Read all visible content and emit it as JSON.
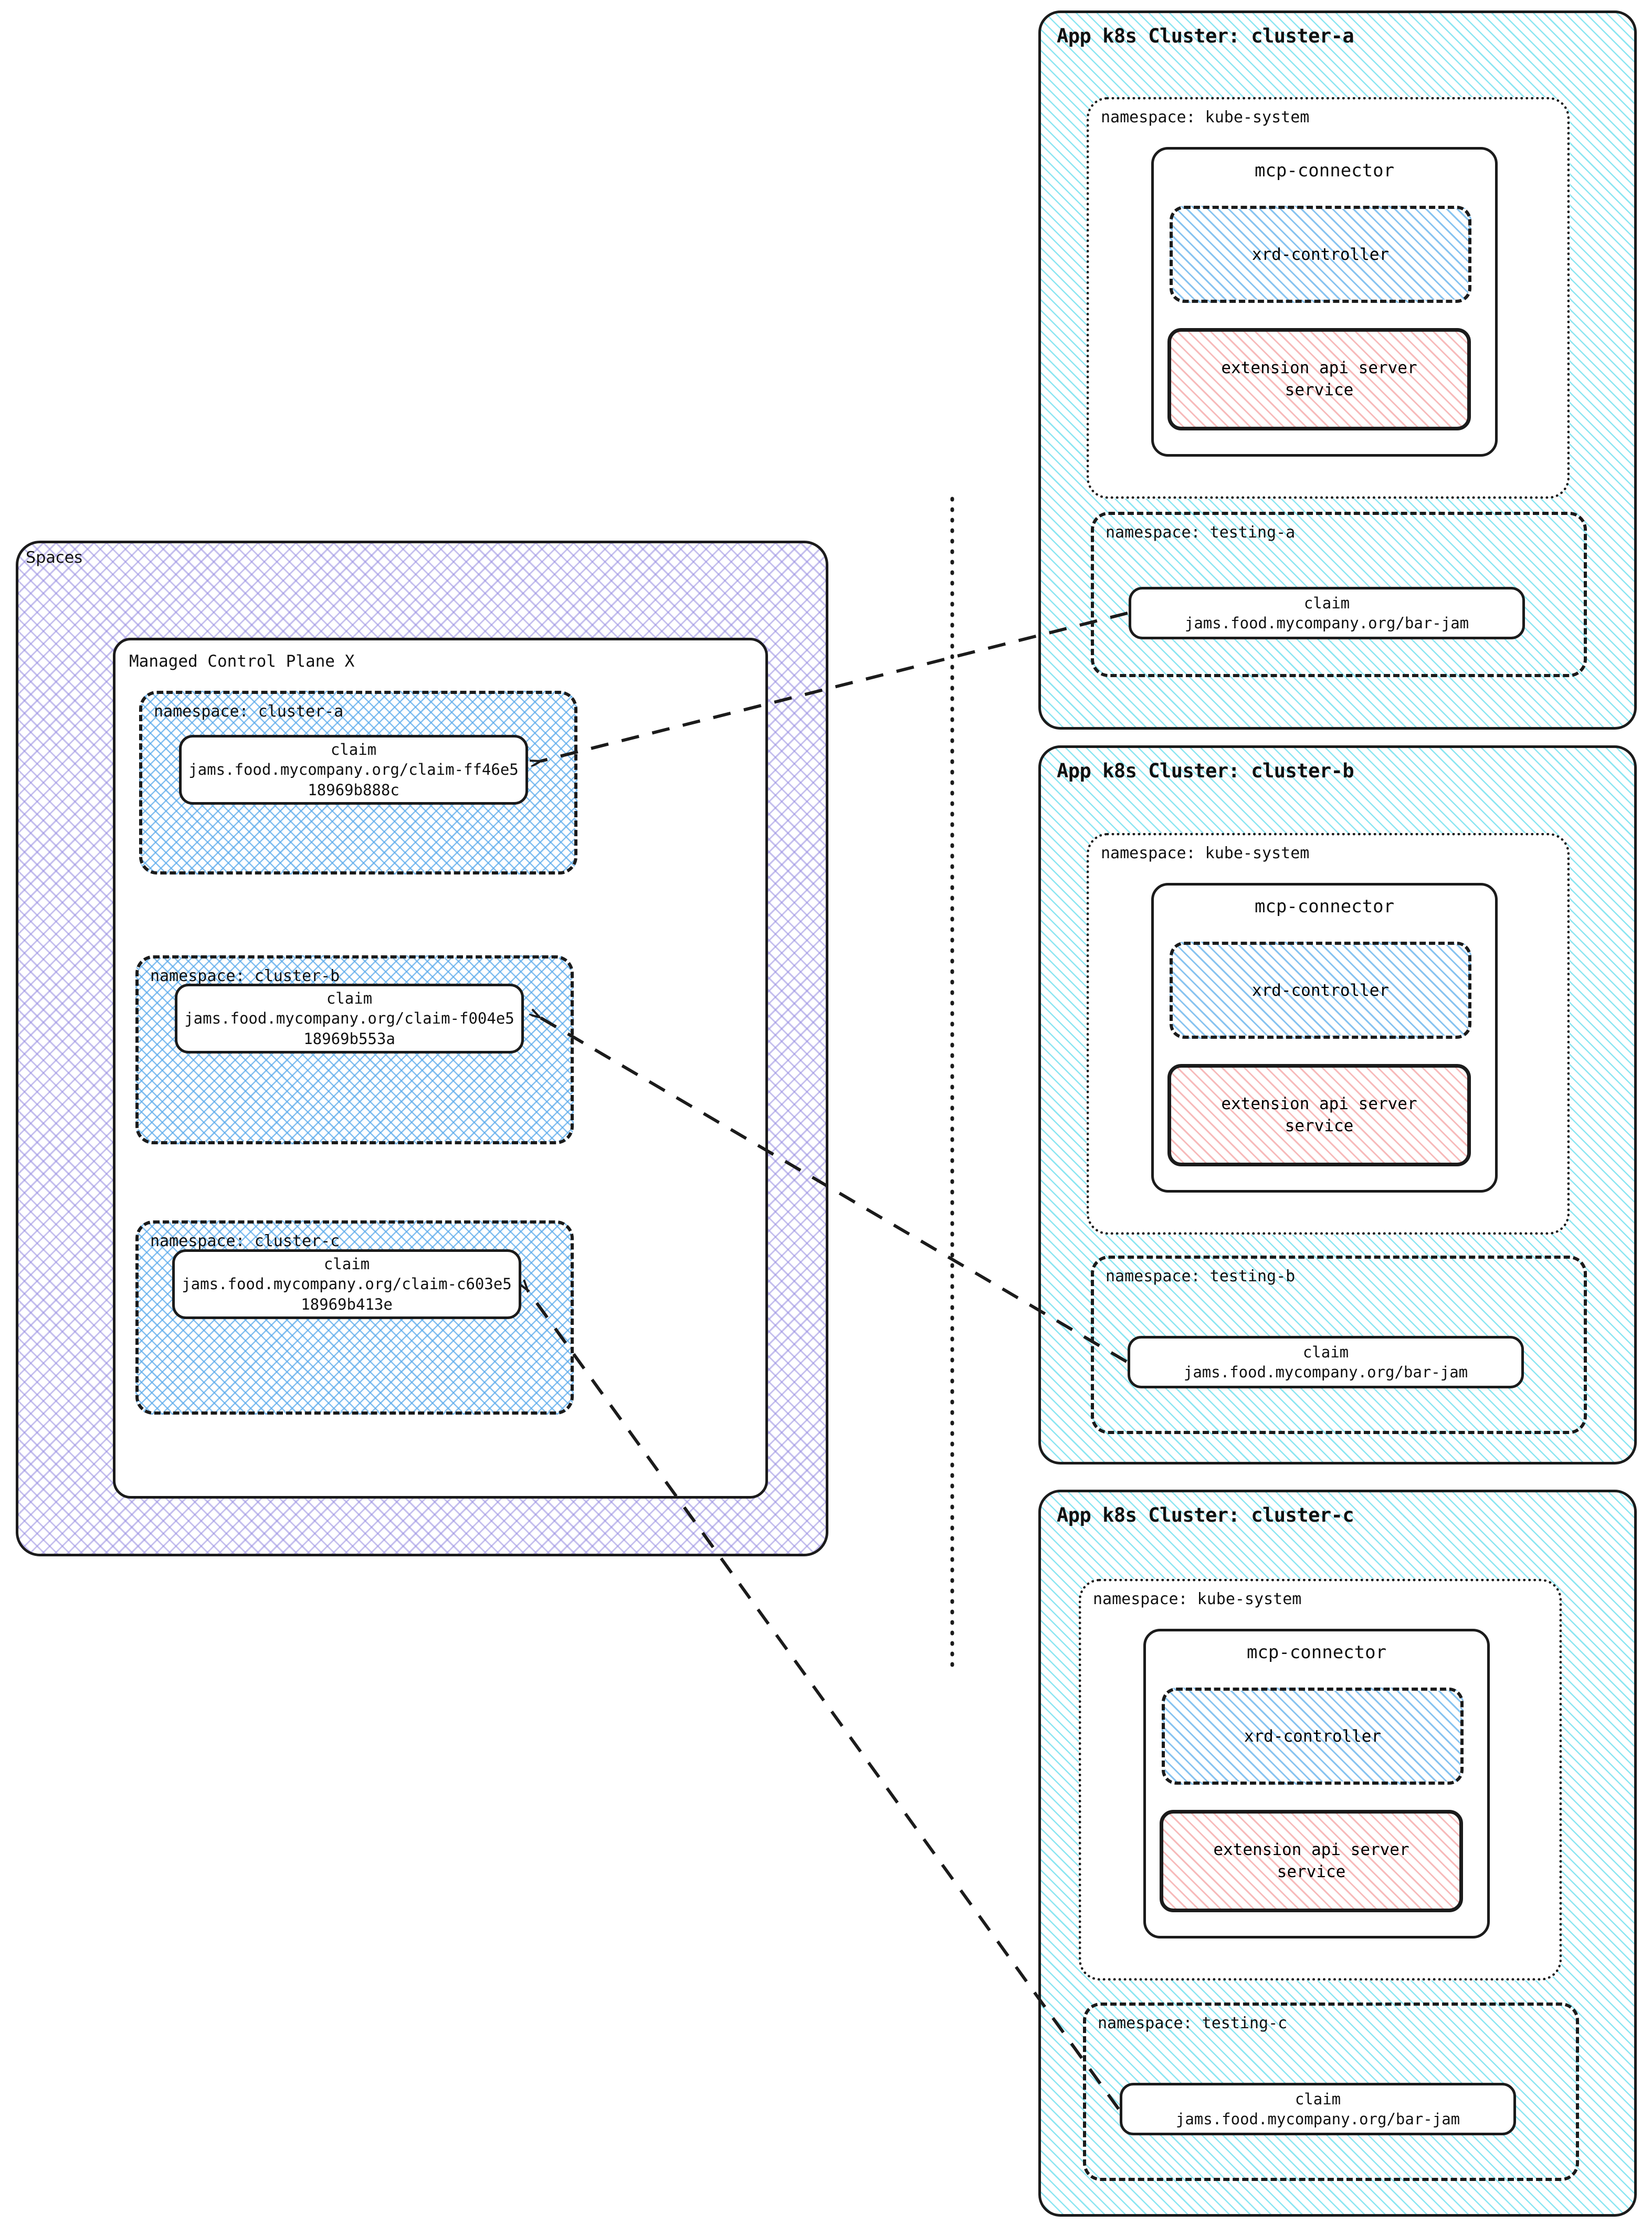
{
  "colors": {
    "ink": "#1b1b1b",
    "spaces_hatch": "#968ce1",
    "namespace_hatch": "#5aaaeb",
    "cluster_hatch": "#00c8e1",
    "extapi_hatch": "#f08282",
    "page_bg": "#ffffff"
  },
  "spaces": {
    "title": "Spaces",
    "control_plane": {
      "title": "Managed Control Plane X",
      "namespaces": [
        {
          "label": "namespace: cluster-a",
          "claim": {
            "kind": "claim",
            "ref": "jams.food.mycompany.org/claim-ff46e518969b888c"
          }
        },
        {
          "label": "namespace: cluster-b",
          "claim": {
            "kind": "claim",
            "ref": "jams.food.mycompany.org/claim-f004e518969b553a"
          }
        },
        {
          "label": "namespace: cluster-c",
          "claim": {
            "kind": "claim",
            "ref": "jams.food.mycompany.org/claim-c603e518969b413e"
          }
        }
      ]
    }
  },
  "clusters": [
    {
      "title": "App k8s Cluster: cluster-a",
      "kube_system": {
        "label": "namespace: kube-system",
        "connector": {
          "title": "mcp-connector",
          "xrd_controller": "xrd-controller",
          "extension_api_server": "extension api server\nservice",
          "extension_api_server_line1": "extension api server",
          "extension_api_server_line2": "service"
        }
      },
      "testing": {
        "label": "namespace: testing-a",
        "claim": {
          "kind": "claim",
          "ref": "jams.food.mycompany.org/bar-jam"
        }
      }
    },
    {
      "title": "App k8s Cluster: cluster-b",
      "kube_system": {
        "label": "namespace: kube-system",
        "connector": {
          "title": "mcp-connector",
          "xrd_controller": "xrd-controller",
          "extension_api_server": "extension api server\nservice",
          "extension_api_server_line1": "extension api server",
          "extension_api_server_line2": "service"
        }
      },
      "testing": {
        "label": "namespace: testing-b",
        "claim": {
          "kind": "claim",
          "ref": "jams.food.mycompany.org/bar-jam"
        }
      }
    },
    {
      "title": "App k8s Cluster: cluster-c",
      "kube_system": {
        "label": "namespace: kube-system",
        "connector": {
          "title": "mcp-connector",
          "xrd_controller": "xrd-controller",
          "extension_api_server": "extension api server\nservice",
          "extension_api_server_line1": "extension api server",
          "extension_api_server_line2": "service"
        }
      },
      "testing": {
        "label": "namespace: testing-c",
        "claim": {
          "kind": "claim",
          "ref": "jams.food.mycompany.org/bar-jam"
        }
      }
    }
  ],
  "connections": [
    {
      "from": "cluster-a testing-a claim",
      "to": "control-plane cluster-a claim"
    },
    {
      "from": "cluster-b testing-b claim",
      "to": "control-plane cluster-b claim"
    },
    {
      "from": "cluster-c testing-c claim",
      "to": "control-plane cluster-c claim"
    }
  ],
  "divider": {
    "style": "vertical-dotted"
  }
}
